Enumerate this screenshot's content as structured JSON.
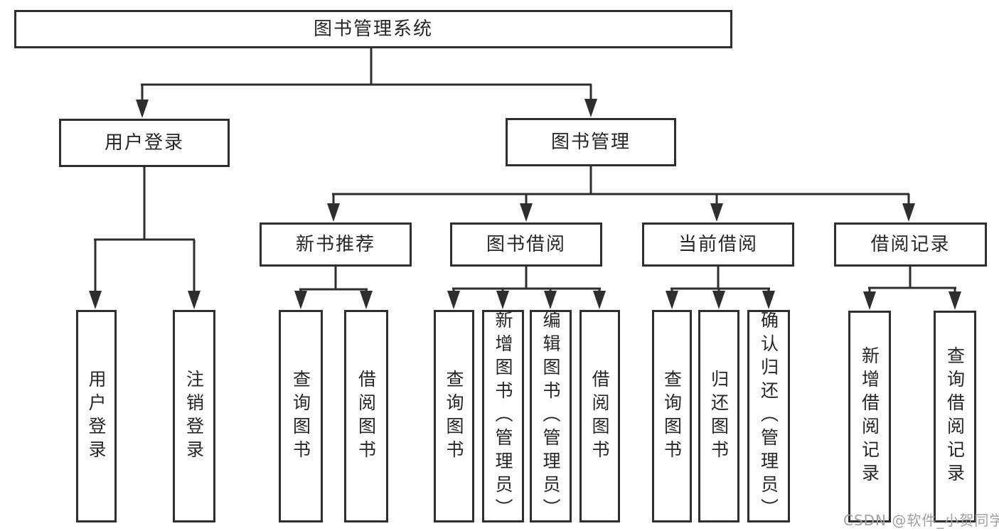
{
  "diagram_type": "hierarchy-tree",
  "colors": {
    "line": "#2e2e2e",
    "box_border": "#2e2e2e",
    "text": "#262626",
    "background": "#ffffff",
    "watermark": "#a0a0a0"
  },
  "nodes": {
    "root": "图书管理系统",
    "login": "用户登录",
    "mgmt": "图书管理",
    "rec": "新书推荐",
    "borrow": "图书借阅",
    "current": "当前借阅",
    "records": "借阅记录",
    "login_leaf1": "用户登录",
    "login_leaf2": "注销登录",
    "rec_leaf1": "查询图书",
    "rec_leaf2": "借阅图书",
    "borrow_leaf1": "查询图书",
    "borrow_leaf2": "新增图书（管理员）",
    "borrow_leaf3": "编辑图书（管理员）",
    "borrow_leaf4": "借阅图书",
    "current_leaf1": "查询图书",
    "current_leaf2": "归还图书",
    "current_leaf3": "确认归还（管理员）",
    "records_leaf1": "新增借阅记录",
    "records_leaf2": "查询借阅记录"
  },
  "edges": [
    [
      "图书管理系统",
      "用户登录"
    ],
    [
      "图书管理系统",
      "图书管理"
    ],
    [
      "用户登录",
      "用户登录"
    ],
    [
      "用户登录",
      "注销登录"
    ],
    [
      "图书管理",
      "新书推荐"
    ],
    [
      "图书管理",
      "图书借阅"
    ],
    [
      "图书管理",
      "当前借阅"
    ],
    [
      "图书管理",
      "借阅记录"
    ],
    [
      "新书推荐",
      "查询图书"
    ],
    [
      "新书推荐",
      "借阅图书"
    ],
    [
      "图书借阅",
      "查询图书"
    ],
    [
      "图书借阅",
      "新增图书（管理员）"
    ],
    [
      "图书借阅",
      "编辑图书（管理员）"
    ],
    [
      "图书借阅",
      "借阅图书"
    ],
    [
      "当前借阅",
      "查询图书"
    ],
    [
      "当前借阅",
      "归还图书"
    ],
    [
      "当前借阅",
      "确认归还（管理员）"
    ],
    [
      "借阅记录",
      "新增借阅记录"
    ],
    [
      "借阅记录",
      "查询借阅记录"
    ]
  ],
  "watermark": {
    "text": "CSDN @软件_小贺同学"
  }
}
